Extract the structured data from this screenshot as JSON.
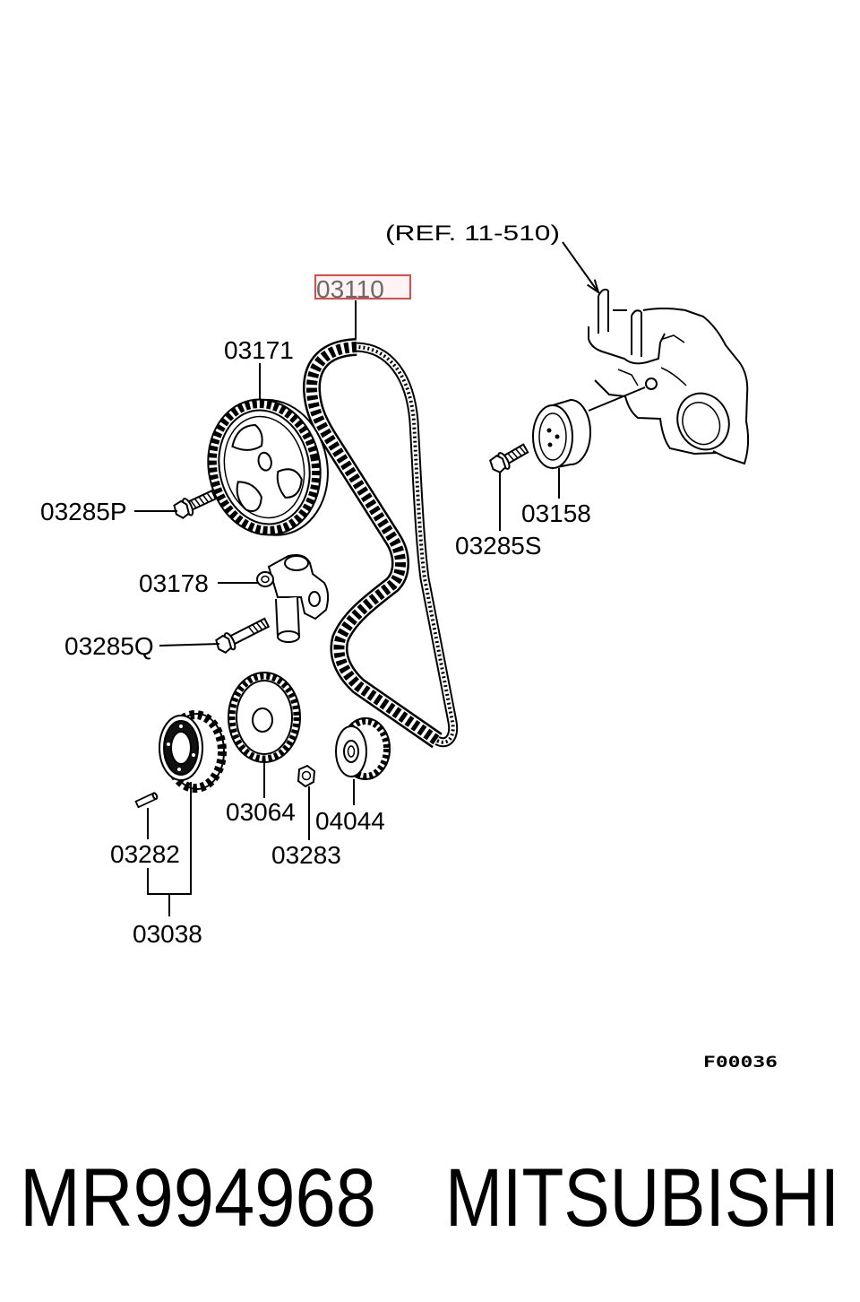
{
  "diagram": {
    "reference_note": "(REF. 11-510)",
    "figure_code": "F00036",
    "highlight_color": "#e04a4a",
    "callouts": [
      {
        "label": "03110",
        "highlighted": true
      },
      {
        "label": "03171"
      },
      {
        "label": "03285P"
      },
      {
        "label": "03178"
      },
      {
        "label": "03285Q"
      },
      {
        "label": "03158"
      },
      {
        "label": "03285S"
      },
      {
        "label": "03064"
      },
      {
        "label": "04044"
      },
      {
        "label": "03283"
      },
      {
        "label": "03282"
      },
      {
        "label": "03038"
      }
    ]
  },
  "caption": {
    "part_number": "MR994968",
    "brand": "MITSUBISHI"
  },
  "colors": {
    "line": "#000000",
    "background": "#ffffff"
  }
}
